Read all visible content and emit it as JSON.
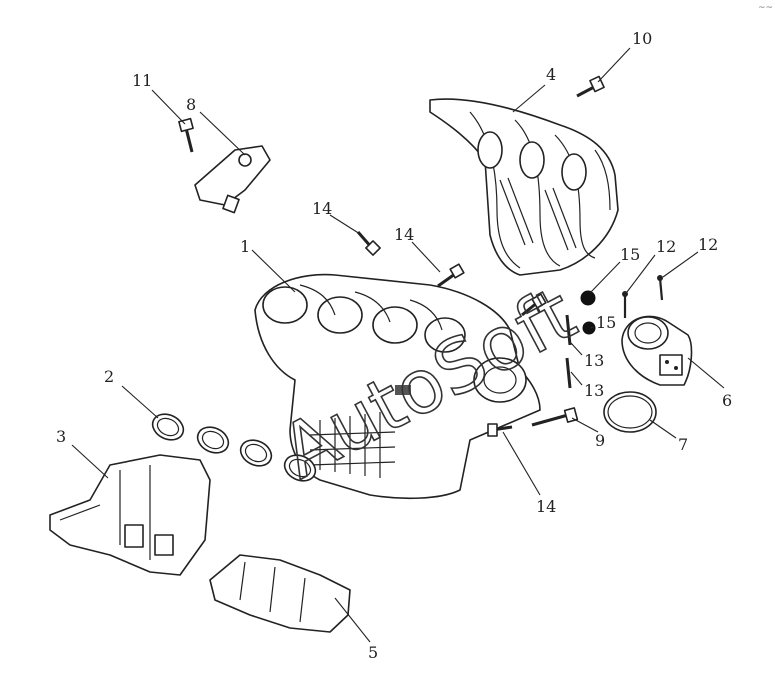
{
  "diagram": {
    "callouts": [
      {
        "id": "c1",
        "label": "1"
      },
      {
        "id": "c2",
        "label": "2"
      },
      {
        "id": "c3",
        "label": "3"
      },
      {
        "id": "c4",
        "label": "4"
      },
      {
        "id": "c5",
        "label": "5"
      },
      {
        "id": "c6",
        "label": "6"
      },
      {
        "id": "c7",
        "label": "7"
      },
      {
        "id": "c8",
        "label": "8"
      },
      {
        "id": "c9",
        "label": "9"
      },
      {
        "id": "c10",
        "label": "10"
      },
      {
        "id": "c11",
        "label": "11"
      },
      {
        "id": "c12a",
        "label": "12"
      },
      {
        "id": "c12b",
        "label": "12"
      },
      {
        "id": "c13a",
        "label": "13"
      },
      {
        "id": "c13b",
        "label": "13"
      },
      {
        "id": "c14a",
        "label": "14"
      },
      {
        "id": "c14b",
        "label": "14"
      },
      {
        "id": "c14c",
        "label": "14"
      },
      {
        "id": "c15a",
        "label": "15"
      },
      {
        "id": "c15b",
        "label": "15"
      }
    ],
    "watermark": "AutoSoft",
    "corner_mark": "~~"
  }
}
